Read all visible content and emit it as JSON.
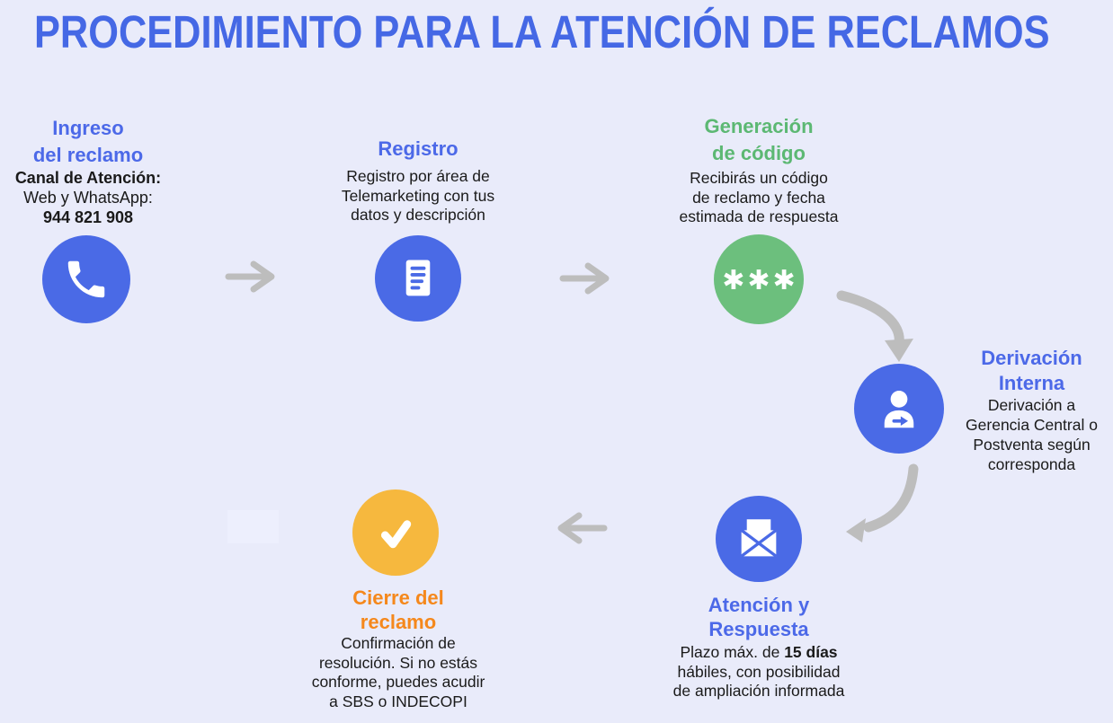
{
  "title": "PROCEDIMIENTO PARA LA ATENCIÓN DE RECLAMOS",
  "colors": {
    "page-bg": "#E9EBFA",
    "blue": "#4A6AE6",
    "heading-blue": "#4C69E8",
    "title-blue": "#4568E5",
    "green": "#6CBF7D",
    "heading-green": "#5CB873",
    "yellow": "#F6B83E",
    "heading-orange": "#F5881C",
    "arrow-gray": "#BDBDBD",
    "text-dark": "#1A1A1A"
  },
  "steps": [
    {
      "name": "ingreso-del-reclamo",
      "heading": [
        "Ingreso",
        "del reclamo"
      ],
      "lines": [
        "Canal de Atención:",
        "Web y WhatsApp:",
        "944 821 908"
      ],
      "icon": "phone-icon"
    },
    {
      "name": "registro",
      "heading": [
        "Registro"
      ],
      "lines": [
        "Registro por área de",
        "Telemarketing con tus",
        "datos y descripción"
      ],
      "icon": "document-icon"
    },
    {
      "name": "generacion-de-codigo",
      "heading": [
        "Generación",
        "de código"
      ],
      "lines": [
        "Recibirás un código",
        "de reclamo y fecha",
        "estimada de respuesta"
      ],
      "icon": "asterisk-code-icon",
      "icon_text": "✱✱✱"
    },
    {
      "name": "derivacion-interna",
      "heading": [
        "Derivación",
        "Interna"
      ],
      "lines": [
        "Derivación a",
        "Gerencia Central o",
        "Postventa según",
        "corresponda"
      ],
      "icon": "person-transfer-icon"
    },
    {
      "name": "atencion-y-respuesta",
      "heading": [
        "Atención y",
        "Respuesta"
      ],
      "line1_pre": "Plazo máx. de ",
      "line1_bold": "15 días",
      "lines": [
        "hábiles, con posibilidad",
        "de ampliación informada"
      ],
      "icon": "open-envelope-icon"
    },
    {
      "name": "cierre-del-reclamo",
      "heading": [
        "Cierre del",
        "reclamo"
      ],
      "lines": [
        "Confirmación de",
        "resolución. Si no estás",
        "conforme, puedes acudir",
        "a SBS o INDECOPI"
      ],
      "icon": "check-icon"
    }
  ]
}
